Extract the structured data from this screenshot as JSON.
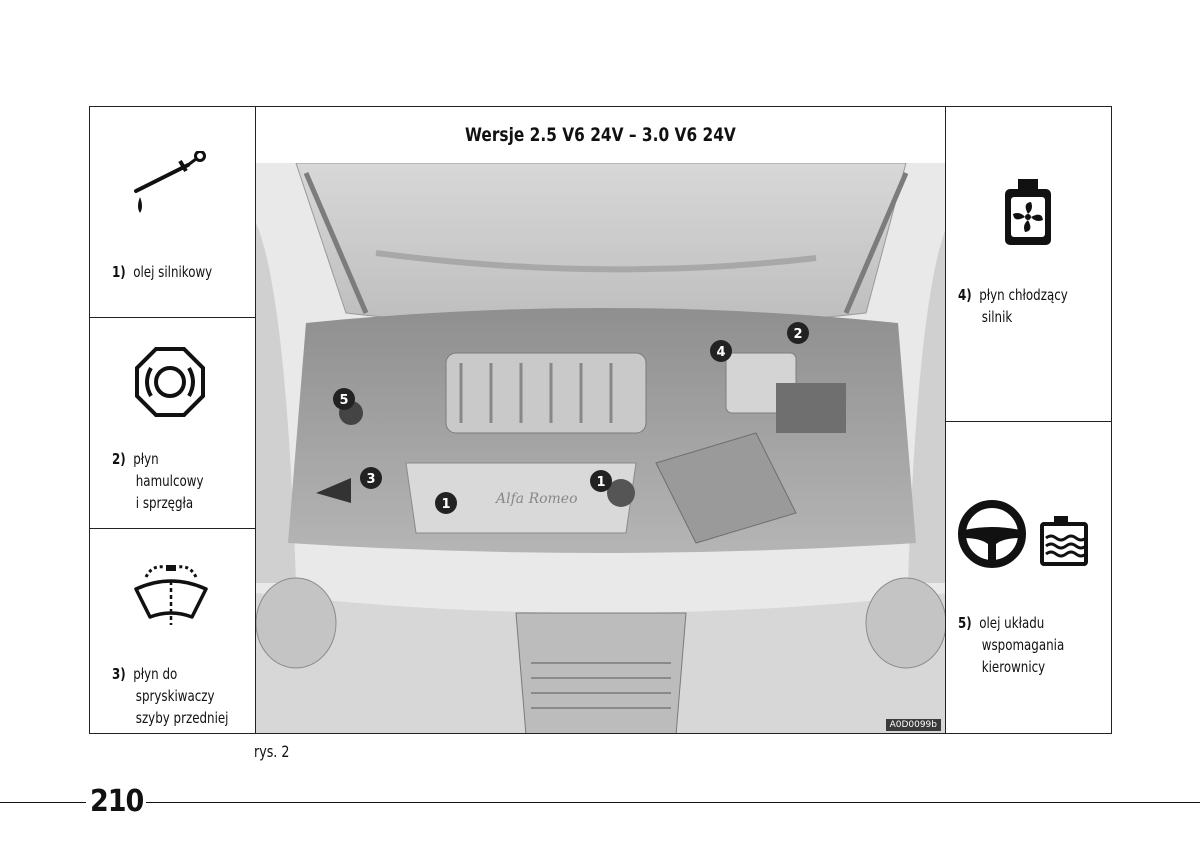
{
  "title": "Wersje 2.5 V6 24V – 3.0 V6 24V",
  "photo_code": "A0D0099b",
  "caption": "rys. 2",
  "page_number": "210",
  "items": [
    {
      "num": "1)",
      "lines": [
        "olej silnikowy"
      ],
      "icon": "engine-oil-dipstick-icon"
    },
    {
      "num": "2)",
      "lines": [
        "płyn",
        "hamulcowy",
        "i sprzęgła"
      ],
      "icon": "brake-fluid-icon"
    },
    {
      "num": "3)",
      "lines": [
        "płyn do",
        "spryskiwaczy",
        "szyby przedniej"
      ],
      "icon": "windscreen-washer-icon"
    },
    {
      "num": "4)",
      "lines": [
        "płyn chłodzący",
        "silnik"
      ],
      "icon": "engine-coolant-icon"
    },
    {
      "num": "5)",
      "lines": [
        "olej układu",
        "wspomagania",
        "kierownicy"
      ],
      "icon": "power-steering-fluid-icon"
    }
  ],
  "markers": [
    "1",
    "1",
    "2",
    "3",
    "4",
    "5"
  ],
  "engine_badge": "Alfa Romeo"
}
